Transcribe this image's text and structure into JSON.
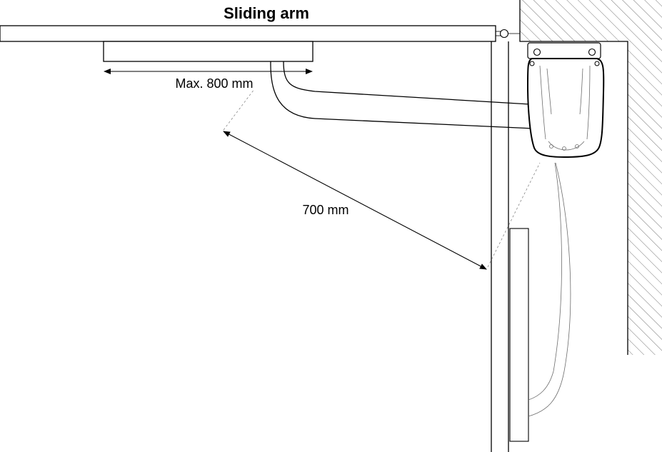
{
  "labels": {
    "title": "Sliding arm",
    "max_length": "Max. 800 mm",
    "distance": "700 mm"
  },
  "colors": {
    "line": "#000000",
    "ghost_line": "#6d6d6d",
    "background": "#ffffff"
  }
}
